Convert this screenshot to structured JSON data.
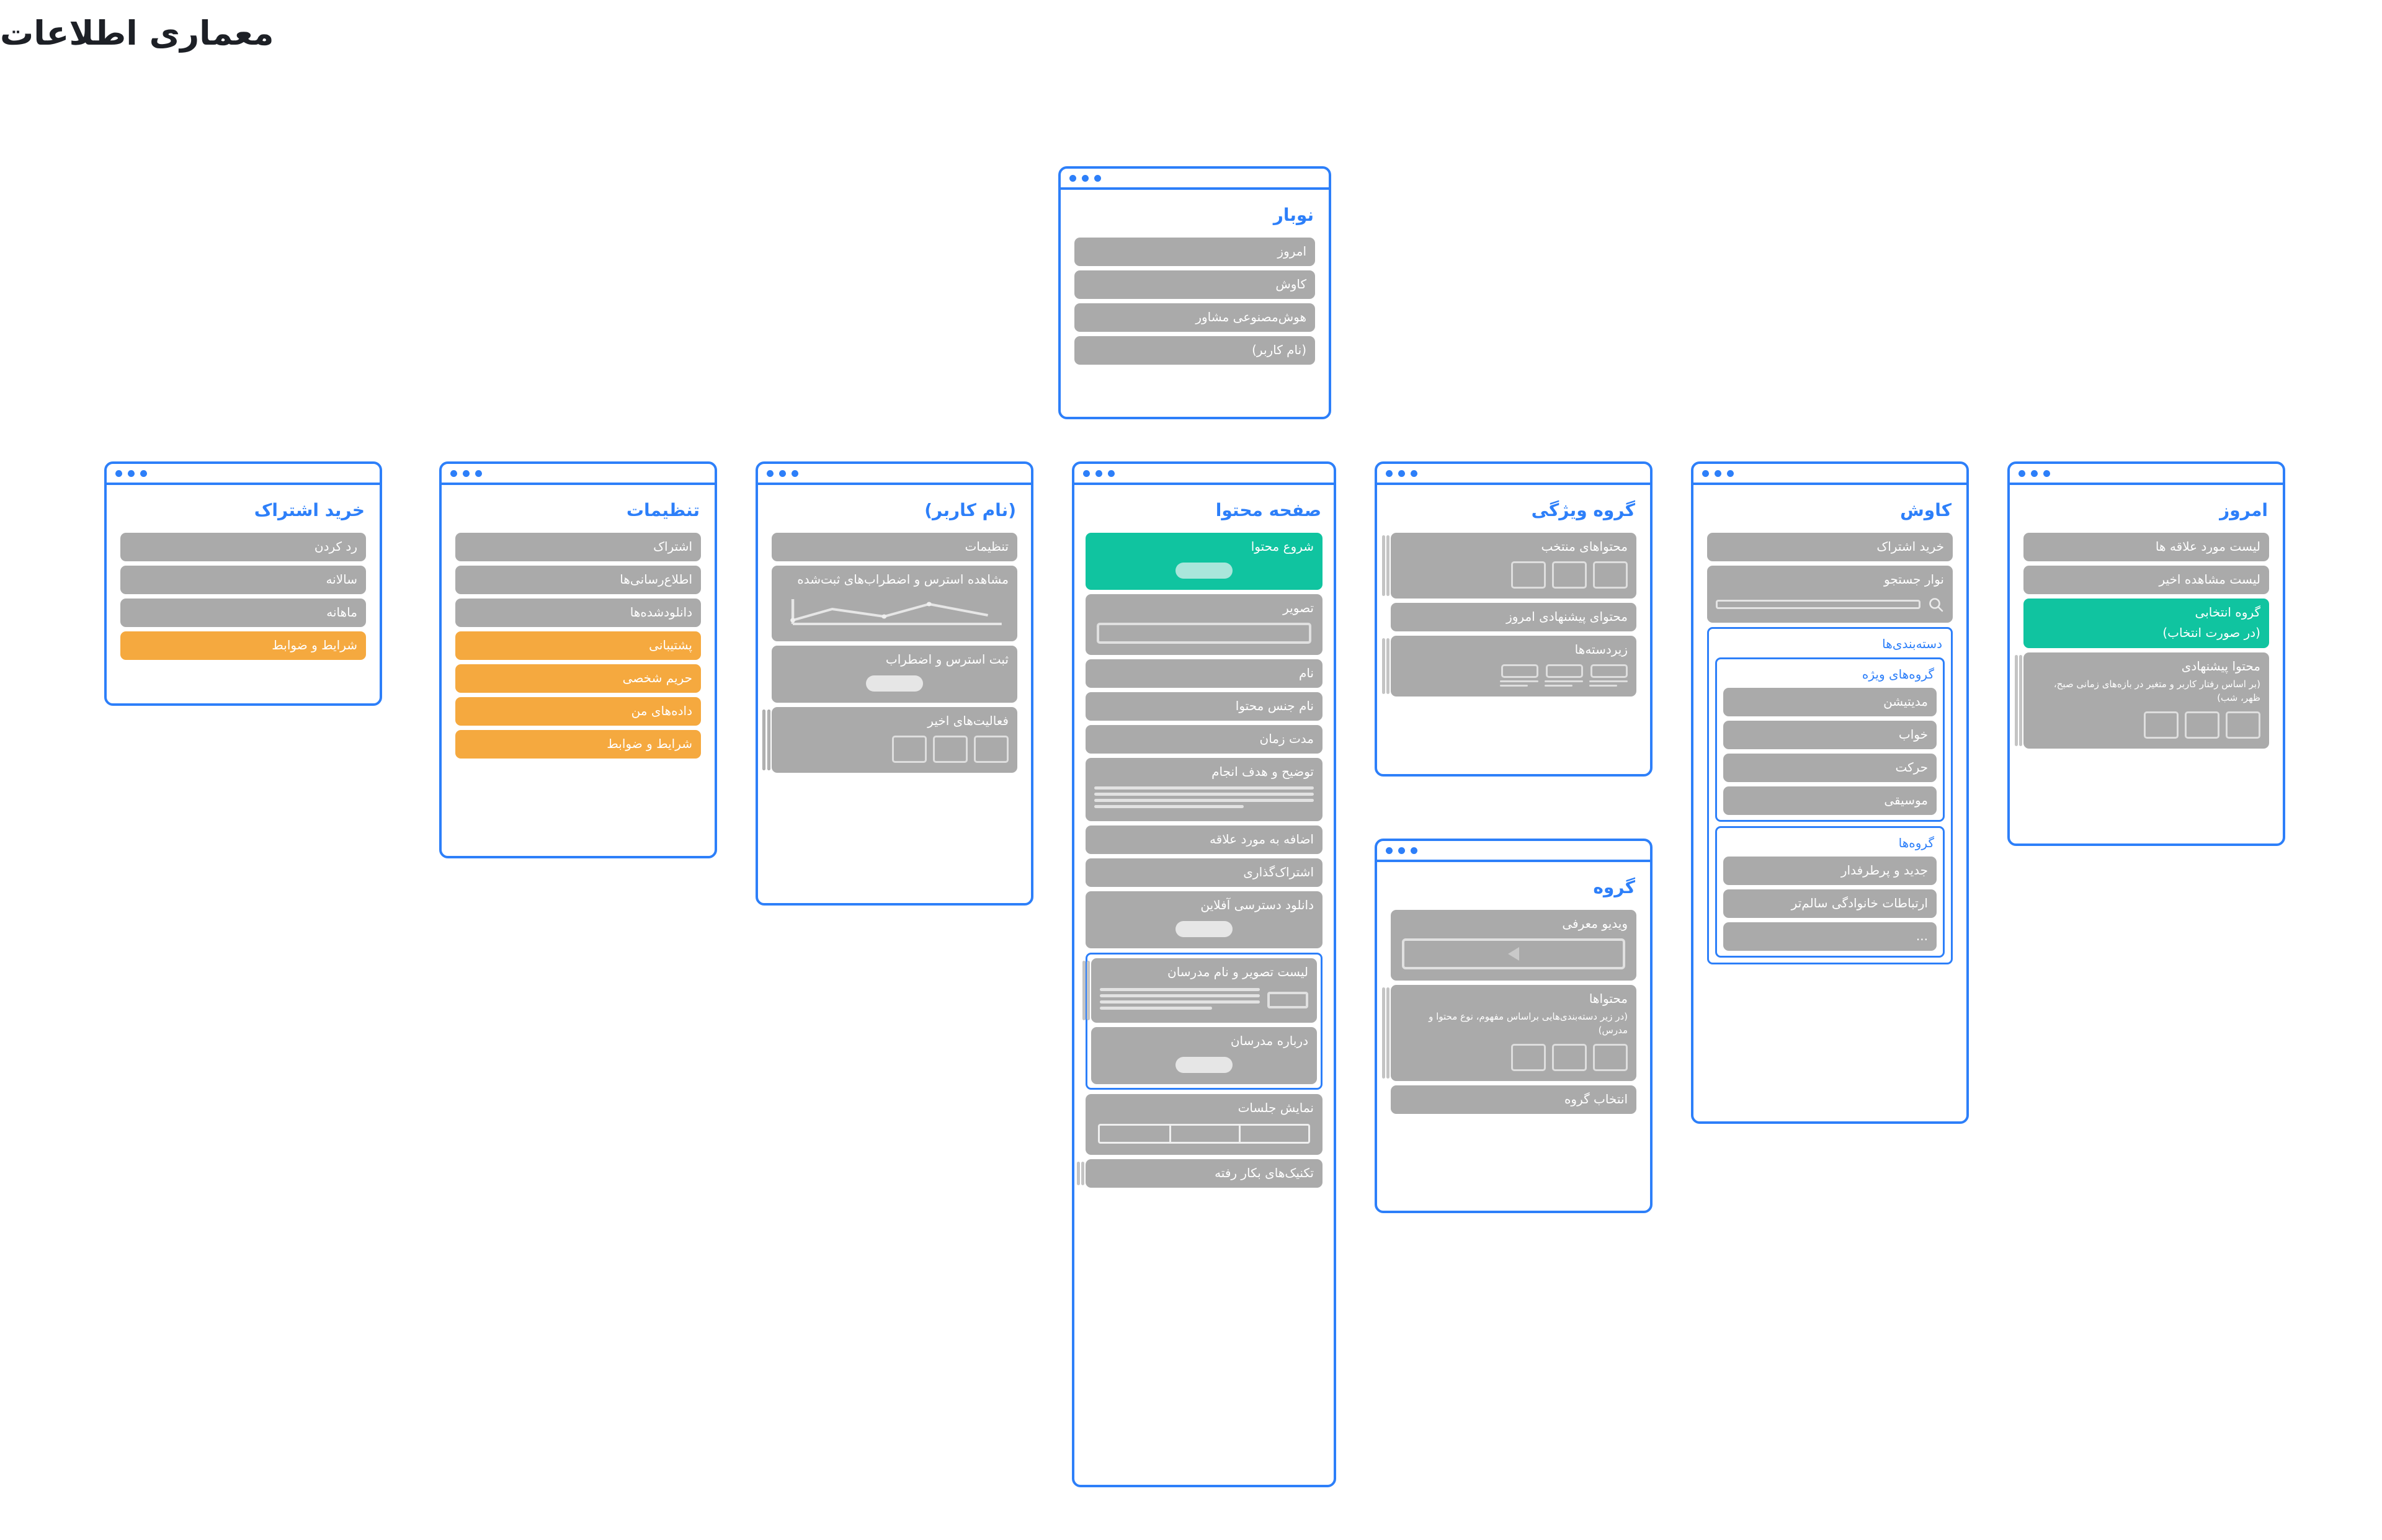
{
  "page": {
    "title": "معماری اطلاعات"
  },
  "colors": {
    "accent_blue": "#2d7ff9",
    "block_grey": "#aaaaaa",
    "highlight_orange": "#f5a93f",
    "highlight_teal": "#10c4a0",
    "title_dark": "#1d2026"
  },
  "cards": {
    "navbar": {
      "title": "نوبار",
      "items": [
        "امروز",
        "کاوش",
        "هوش‌مصنوعی مشاور",
        "(نام کاربر)"
      ]
    },
    "buy_subscription": {
      "title": "خرید اشتراک",
      "items": [
        {
          "label": "رد کردن",
          "style": "grey"
        },
        {
          "label": "سالانه",
          "style": "grey"
        },
        {
          "label": "ماهانه",
          "style": "grey"
        },
        {
          "label": "شرایط و ضوابط",
          "style": "orange"
        }
      ]
    },
    "settings": {
      "title": "تنظیمات",
      "items": [
        {
          "label": "اشتراک",
          "style": "grey"
        },
        {
          "label": "اطلاع‌رسانی‌ها",
          "style": "grey"
        },
        {
          "label": "دانلودشده‌ها",
          "style": "grey"
        },
        {
          "label": "پشتیبانی",
          "style": "orange"
        },
        {
          "label": "حریم شخصی",
          "style": "orange"
        },
        {
          "label": "داده‌های من",
          "style": "orange"
        },
        {
          "label": "شرایط و ضوابط",
          "style": "orange"
        }
      ]
    },
    "user": {
      "title": "(نام کاربر)",
      "items": [
        {
          "label": "تنظیمات"
        },
        {
          "label": "مشاهده استرس و اضطراب‌های ثبت‌شده"
        },
        {
          "label": "ثبت استرس و اضطراب"
        },
        {
          "label": "فعالیت‌های اخیر"
        }
      ]
    },
    "content_page": {
      "title": "صفحه محتوا",
      "items": [
        {
          "label": "شروع محتوا",
          "style": "teal"
        },
        {
          "label": "تصویر",
          "style": "grey"
        },
        {
          "label": "نام",
          "style": "grey"
        },
        {
          "label": "نام جنس محتوا",
          "style": "grey"
        },
        {
          "label": "مدت زمان",
          "style": "grey"
        },
        {
          "label": "توضیح و هدف انجام",
          "style": "grey"
        },
        {
          "label": "اضافه به مورد علاقه",
          "style": "grey"
        },
        {
          "label": "اشتراک‌گذاری",
          "style": "grey"
        },
        {
          "label": "دانلود دسترسی آفلاین",
          "style": "grey"
        },
        {
          "label": "لیست تصویر و نام مدرسان",
          "style": "grey"
        },
        {
          "label": "درباره مدرسان",
          "style": "grey"
        },
        {
          "label": "نمایش جلسات",
          "style": "grey"
        },
        {
          "label": "تکنیک‌های بکار رفته",
          "style": "grey"
        }
      ]
    },
    "feature_group": {
      "title": "گروه ویژگی",
      "items": [
        {
          "label": "محتواهای منتخب"
        },
        {
          "label": "محتوای پیشنهادی امروز"
        },
        {
          "label": "زیردسته‌ها"
        }
      ]
    },
    "group": {
      "title": "گروه",
      "items": [
        {
          "label": "ویدیو معرفی"
        },
        {
          "label": "محتواها",
          "sub": "(در زیر دسته‌بندی‌هایی براساس مفهوم، نوع محتوا و مدرس)"
        },
        {
          "label": "انتخاب گروه"
        }
      ]
    },
    "explore": {
      "title": "کاوش",
      "items": [
        {
          "label": "خرید اشتراک"
        },
        {
          "label": "نوار جستجو"
        }
      ],
      "categories_panel": {
        "title": "دسته‌بندی‌ها",
        "special_groups": {
          "title": "گروه‌های ویژه",
          "items": [
            "مدیتیشن",
            "خواب",
            "حرکت",
            "موسیقی"
          ]
        },
        "groups": {
          "title": "گروه‌ها",
          "items": [
            "جدید و پرطرفدار",
            "ارتباطات خانوادگی سالم‌تر",
            "..."
          ]
        }
      }
    },
    "today": {
      "title": "امروز",
      "items": [
        {
          "label": "لیست مورد علاقه ها",
          "style": "grey"
        },
        {
          "label": "لیست مشاهده اخیر",
          "style": "grey"
        },
        {
          "label": "گروه انتخابی",
          "sub": "(در صورت انتخاب)",
          "style": "teal"
        },
        {
          "label": "محتوا پیشنهادی",
          "sub": "(بر اساس رفتار کاربر و متغیر در بازه‌های زمانی صبح، ظهر، شب)",
          "style": "grey"
        }
      ]
    }
  }
}
